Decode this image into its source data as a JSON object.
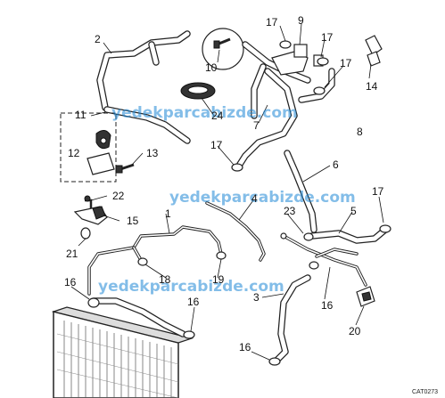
{
  "diagram": {
    "callouts": [
      {
        "id": "c1",
        "text": "1"
      },
      {
        "id": "c2",
        "text": "2"
      },
      {
        "id": "c3",
        "text": "3"
      },
      {
        "id": "c4",
        "text": "4"
      },
      {
        "id": "c5",
        "text": "5"
      },
      {
        "id": "c6",
        "text": "6"
      },
      {
        "id": "c7",
        "text": "7"
      },
      {
        "id": "c8",
        "text": "8"
      },
      {
        "id": "c9",
        "text": "9"
      },
      {
        "id": "c10",
        "text": "10"
      },
      {
        "id": "c11",
        "text": "11"
      },
      {
        "id": "c12",
        "text": "12"
      },
      {
        "id": "c13",
        "text": "13"
      },
      {
        "id": "c14",
        "text": "14"
      },
      {
        "id": "c15",
        "text": "15"
      },
      {
        "id": "c16a",
        "text": "16"
      },
      {
        "id": "c16b",
        "text": "16"
      },
      {
        "id": "c16c",
        "text": "16"
      },
      {
        "id": "c16d",
        "text": "16"
      },
      {
        "id": "c17a",
        "text": "17"
      },
      {
        "id": "c17b",
        "text": "17"
      },
      {
        "id": "c17c",
        "text": "17"
      },
      {
        "id": "c17d",
        "text": "17"
      },
      {
        "id": "c17e",
        "text": "17"
      },
      {
        "id": "c18",
        "text": "18"
      },
      {
        "id": "c19",
        "text": "19"
      },
      {
        "id": "c20",
        "text": "20"
      },
      {
        "id": "c21",
        "text": "21"
      },
      {
        "id": "c22",
        "text": "22"
      },
      {
        "id": "c23",
        "text": "23"
      },
      {
        "id": "c24",
        "text": "24"
      }
    ],
    "catalog_code": "CAT0273",
    "watermarks": [
      "yedekparcabizde.com",
      "yedekparcabizde.com",
      "yedekparcabizde.com"
    ]
  }
}
